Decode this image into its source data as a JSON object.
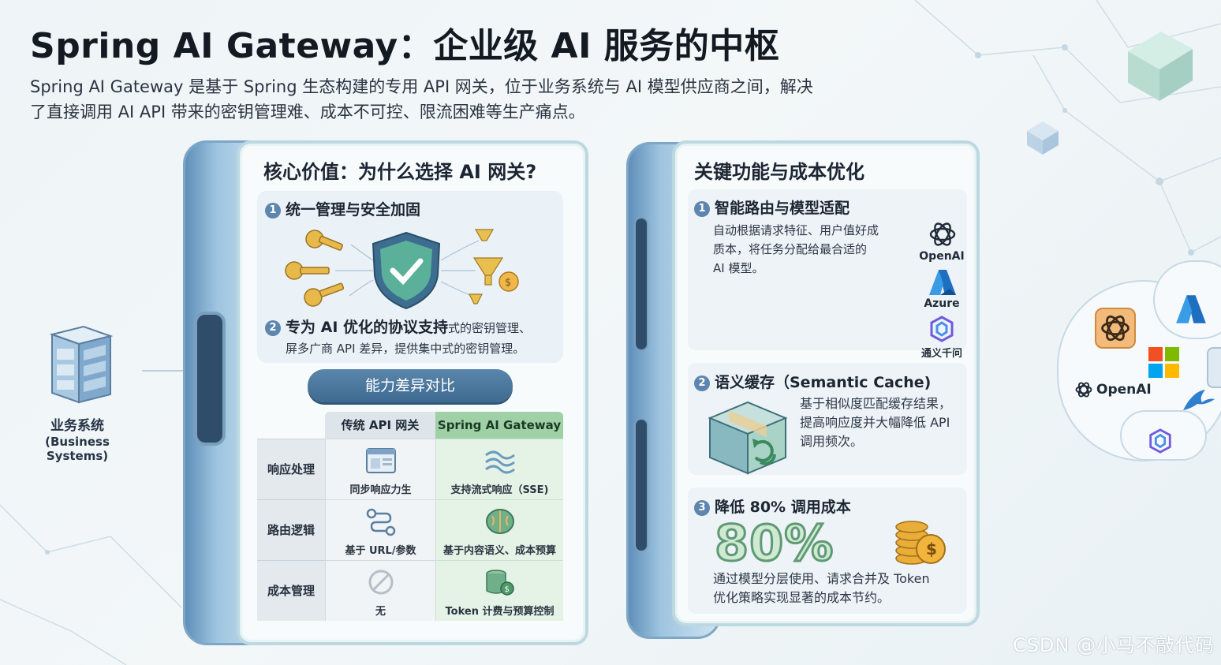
{
  "title": "Spring AI Gateway：企业级 AI 服务的中枢",
  "subtitle_line1": "Spring AI Gateway 是基于 Spring 生态构建的专用 API 网关，位于业务系统与 AI 模型供应商之间，解决",
  "subtitle_line2": "了直接调用 AI API 带来的密钥管理难、成本不可控、限流困难等生产痛点。",
  "business": {
    "label": "业务系统",
    "sub": "(Business Systems)"
  },
  "left_panel": {
    "title": "核心价值：为什么选择 AI 网关?",
    "sec1": {
      "num": "1",
      "head": "统一管理与安全加固"
    },
    "sec2": {
      "num": "2",
      "head": "专为 AI 优化的协议支持",
      "tail": "式的密钥管理、",
      "line2": "屏多广商 API 差异，提供集中式的密钥管理。"
    },
    "button": "能力差异对比",
    "table": {
      "col1": "传统 API 网关",
      "col2": "Spring AI Gateway",
      "rows": [
        {
          "label": "响应处理",
          "trad": "同步响应力生",
          "ai": "支持流式响应（SSE)"
        },
        {
          "label": "路由逻辑",
          "trad": "基于 URL/参数",
          "ai": "基于内容语义、成本预算"
        },
        {
          "label": "成本管理",
          "trad": "无",
          "ai": "Token 计费与预算控制"
        }
      ]
    }
  },
  "right_panel": {
    "title": "关键功能与成本优化",
    "sec1": {
      "num": "1",
      "head": "智能路由与模型适配",
      "l1": "自动根据请求特征、用户值好成",
      "l2": "质本，将任务分配给最合适的",
      "l3": "AI 模型。"
    },
    "logos": {
      "openai": "OpenAI",
      "azure": "Azure",
      "qwen": "通义千问"
    },
    "sec2": {
      "num": "2",
      "head": "语义缓存（Semantic Cache)",
      "l1": "基于相似度匹配缓存结果，",
      "l2": "提高响应度并大幅降低 API",
      "l3": "调用频次。"
    },
    "sec3": {
      "num": "3",
      "head": "降低 80% 调用成本",
      "big": "80%",
      "l1": "通过模型分层使用、请求合并及 Token",
      "l2": "优化策略实现显著的成本节约。"
    }
  },
  "cloud": {
    "openai_label": "OpenAI"
  },
  "watermark": "CSDN @小马不敲代码",
  "colors": {
    "accent": "#3e6a91",
    "green": "#9fd0a6",
    "title": "#131a22"
  }
}
